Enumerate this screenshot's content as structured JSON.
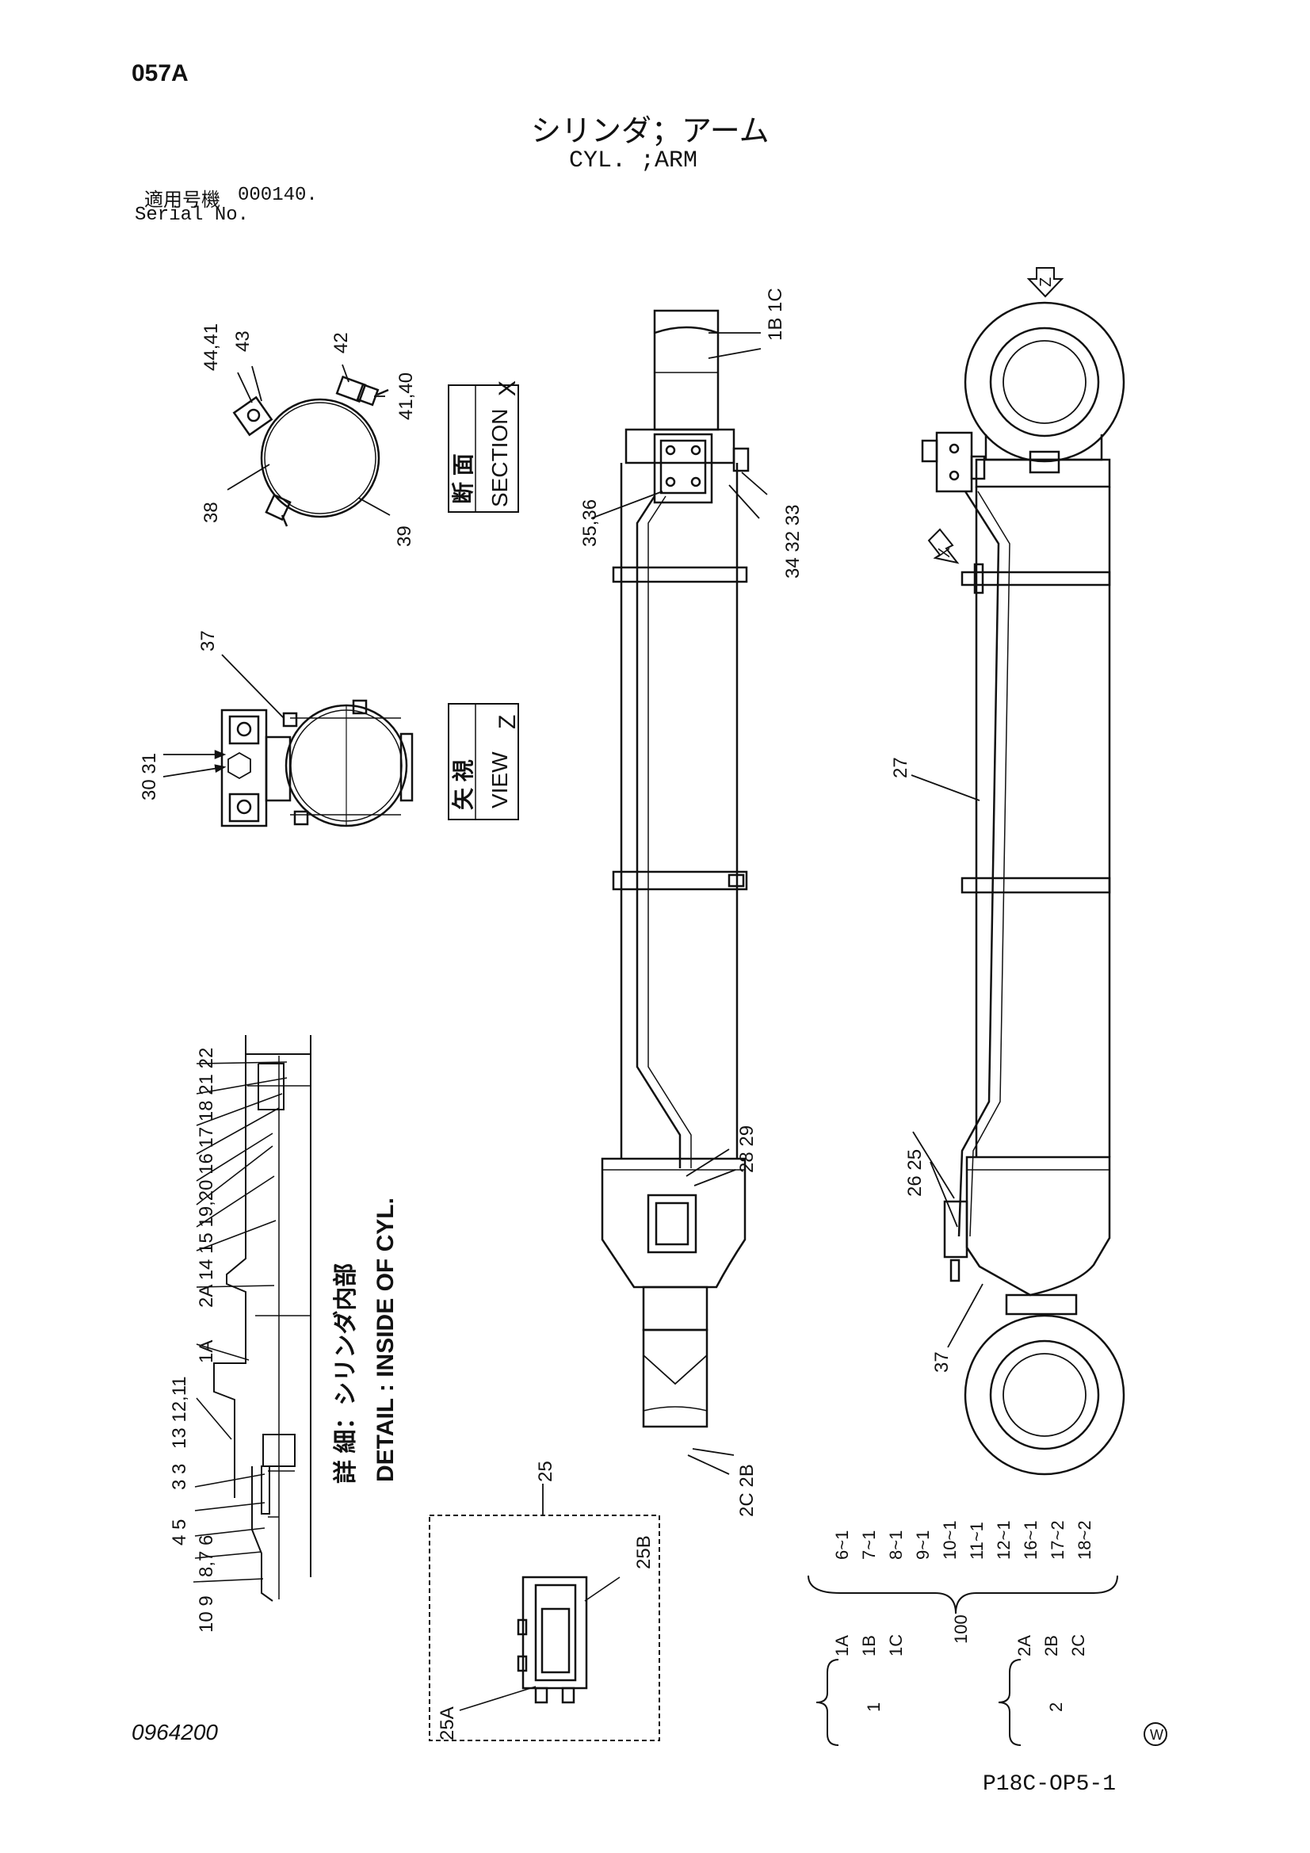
{
  "header": {
    "page_code": "057A",
    "title_jp": "シリンダ；アーム",
    "title_en": "CYL. ;ARM",
    "serial_label_jp": "適用号機",
    "serial_value": "000140.",
    "serial_label_en": "Serial No."
  },
  "views": {
    "section_x_jp": "断 面",
    "section_x_en": "SECTION",
    "section_x_letter": "X",
    "view_z_jp": "矢 視",
    "view_z_en": "VIEW",
    "view_z_letter": "Z",
    "detail_jp": "詳 細：シリンダ内部",
    "detail_en": "DETAIL : INSIDE OF CYL.",
    "arrow_z": "Z",
    "arrow_x": "X"
  },
  "callouts": {
    "c44_41": "44,41",
    "c43": "43",
    "c42": "42",
    "c41_40": "41,40",
    "c38": "38",
    "c39": "39",
    "c37a": "37",
    "c30_31": "30 31",
    "c35_36": "35,36",
    "c34_32_33": "34 32 33",
    "c1b_1c": "1B 1C",
    "c28_29": "28 29",
    "c2c_2b": "2C 2B",
    "c27": "27",
    "c26_25": "26 25",
    "c37b": "37",
    "c25": "25",
    "c25a": "25A",
    "c25b": "25B",
    "d_10_9": "10 9",
    "d_8_76": "8,7 6",
    "d_4_5": "4 5",
    "d_3_3": "3 3",
    "d_13_12_11": "13 12,11",
    "d_1a": "1A",
    "d_2a_14_15": "2A 14 15 19,20 16 17 18 21 22"
  },
  "assemblies": {
    "group_100": {
      "label": "100",
      "items": [
        "6~1",
        "7~1",
        "8~1",
        "9~1",
        "10~1",
        "11~1",
        "12~1",
        "16~1",
        "17~2",
        "18~2"
      ]
    },
    "group_1": {
      "label": "1",
      "items": [
        "1A",
        "1B",
        "1C"
      ]
    },
    "group_2": {
      "label": "2",
      "items": [
        "2A",
        "2B",
        "2C"
      ]
    }
  },
  "footer": {
    "doc_number": "0964200",
    "page_ref": "P18C-OP5-1",
    "mark": "W"
  }
}
